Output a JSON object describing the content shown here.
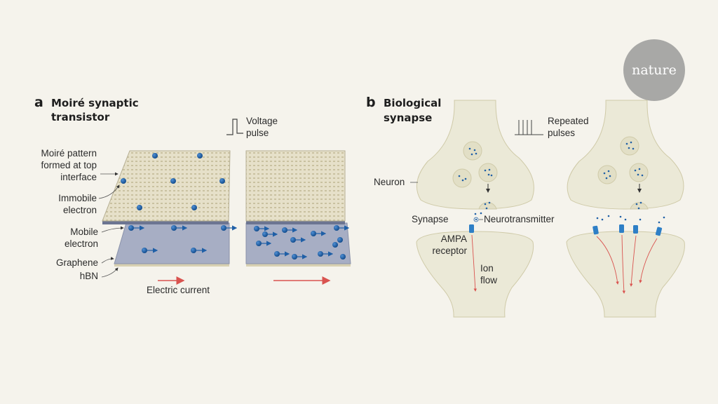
{
  "logo": {
    "text": "nature"
  },
  "panel_a": {
    "letter": "a",
    "title_line1": "Moiré synaptic",
    "title_line2": "transistor",
    "pulse_line1": "Voltage",
    "pulse_line2": "pulse",
    "labels": {
      "moire1": "Moiré pattern",
      "moire2": "formed at top",
      "moire3": "interface",
      "immobile1": "Immobile",
      "immobile2": "electron",
      "mobile1": "Mobile",
      "mobile2": "electron",
      "graphene": "Graphene",
      "hbn": "hBN",
      "current": "Electric current"
    }
  },
  "panel_b": {
    "letter": "b",
    "title_line1": "Biological",
    "title_line2": "synapse",
    "pulse_line1": "Repeated",
    "pulse_line2": "pulses",
    "labels": {
      "neuron": "Neuron",
      "synapse": "Synapse",
      "neurotransmitter": "Neurotransmitter",
      "ampa1": "AMPA",
      "ampa2": "receptor",
      "ion1": "Ion",
      "ion2": "flow"
    }
  },
  "colors": {
    "background": "#f5f3ec",
    "plate": "#e2dcc4",
    "graphene": "#a7aec4",
    "electron": "#1f5fa6",
    "current": "#d9534f",
    "neuron": "#ebe9d7",
    "logo": "#a8a8a6"
  }
}
